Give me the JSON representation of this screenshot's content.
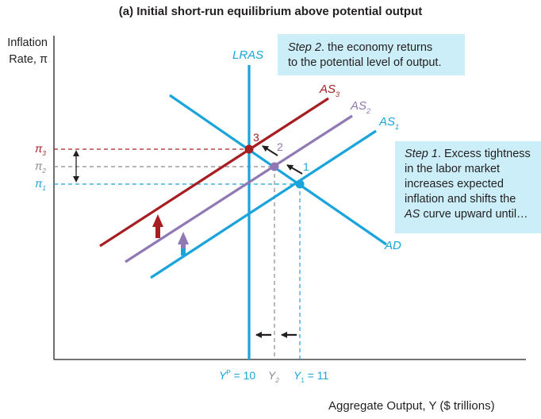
{
  "title": "(a) Initial short-run equilibrium above potential output",
  "y_axis_label_line1": "Inflation",
  "y_axis_label_line2": "Rate, π",
  "x_axis_label": "Aggregate Output, Y ($ trillions)",
  "step2": {
    "prefix": "Step 2",
    "rest": ". the economy returns",
    "line2": "to the potential level of output."
  },
  "step1": {
    "prefix": "Step 1",
    "rest": ". Excess tightness",
    "line2": "in the labor market",
    "line3": "increases expected",
    "line4": "inflation and shifts the",
    "line5_italic": "AS",
    "line5_rest": " curve upward until…"
  },
  "curves": {
    "lras": "LRAS",
    "ad": "AD",
    "as1": "AS",
    "as1_sub": "1",
    "as2": "AS",
    "as2_sub": "2",
    "as3": "AS",
    "as3_sub": "3"
  },
  "points": {
    "p1": "1",
    "p2": "2",
    "p3": "3"
  },
  "y_ticks": [
    {
      "sym": "π",
      "sub": "3"
    },
    {
      "sym": "π",
      "sub": "2"
    },
    {
      "sym": "π",
      "sub": "1"
    }
  ],
  "x_ticks": {
    "yp_main": "Y",
    "yp_sup": "P",
    "yp_rest": " = 10",
    "y2_main": "Y",
    "y2_sub": "2",
    "y1_main": "Y",
    "y1_sub": "1",
    "y1_rest": " = 11"
  },
  "colors": {
    "blue": "#1aa4db",
    "purple": "#8f78b4",
    "red": "#a61e22",
    "callout_bg": "#cbeef8",
    "axis": "#231f20"
  }
}
